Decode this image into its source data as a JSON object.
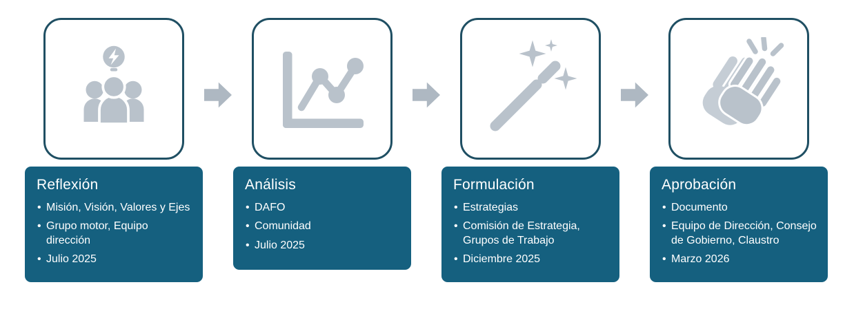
{
  "steps": [
    {
      "title": "Reflexión",
      "icon": "brainstorm-icon",
      "bullets": [
        "Misión, Visión, Valores y Ejes",
        "Grupo motor, Equipo dirección",
        "Julio 2025"
      ]
    },
    {
      "title": "Análisis",
      "icon": "line-chart-icon",
      "bullets": [
        "DAFO",
        "Comunidad",
        "Julio 2025"
      ]
    },
    {
      "title": "Formulación",
      "icon": "magic-wand-icon",
      "bullets": [
        "Estrategias",
        "Comisión de Estrategia, Grupos de Trabajo",
        "Diciembre 2025"
      ]
    },
    {
      "title": "Aprobación",
      "icon": "clapping-hands-icon",
      "bullets": [
        "Documento",
        "Equipo de Dirección, Consejo de Gobierno, Claustro",
        "Marzo 2026"
      ]
    }
  ],
  "colors": {
    "panel_teal": "#15607f",
    "icon_gray": "#b9c2cb",
    "arrow_gray": "#aeb8c2",
    "card_border": "#1f4f63",
    "text": "#ffffff"
  }
}
